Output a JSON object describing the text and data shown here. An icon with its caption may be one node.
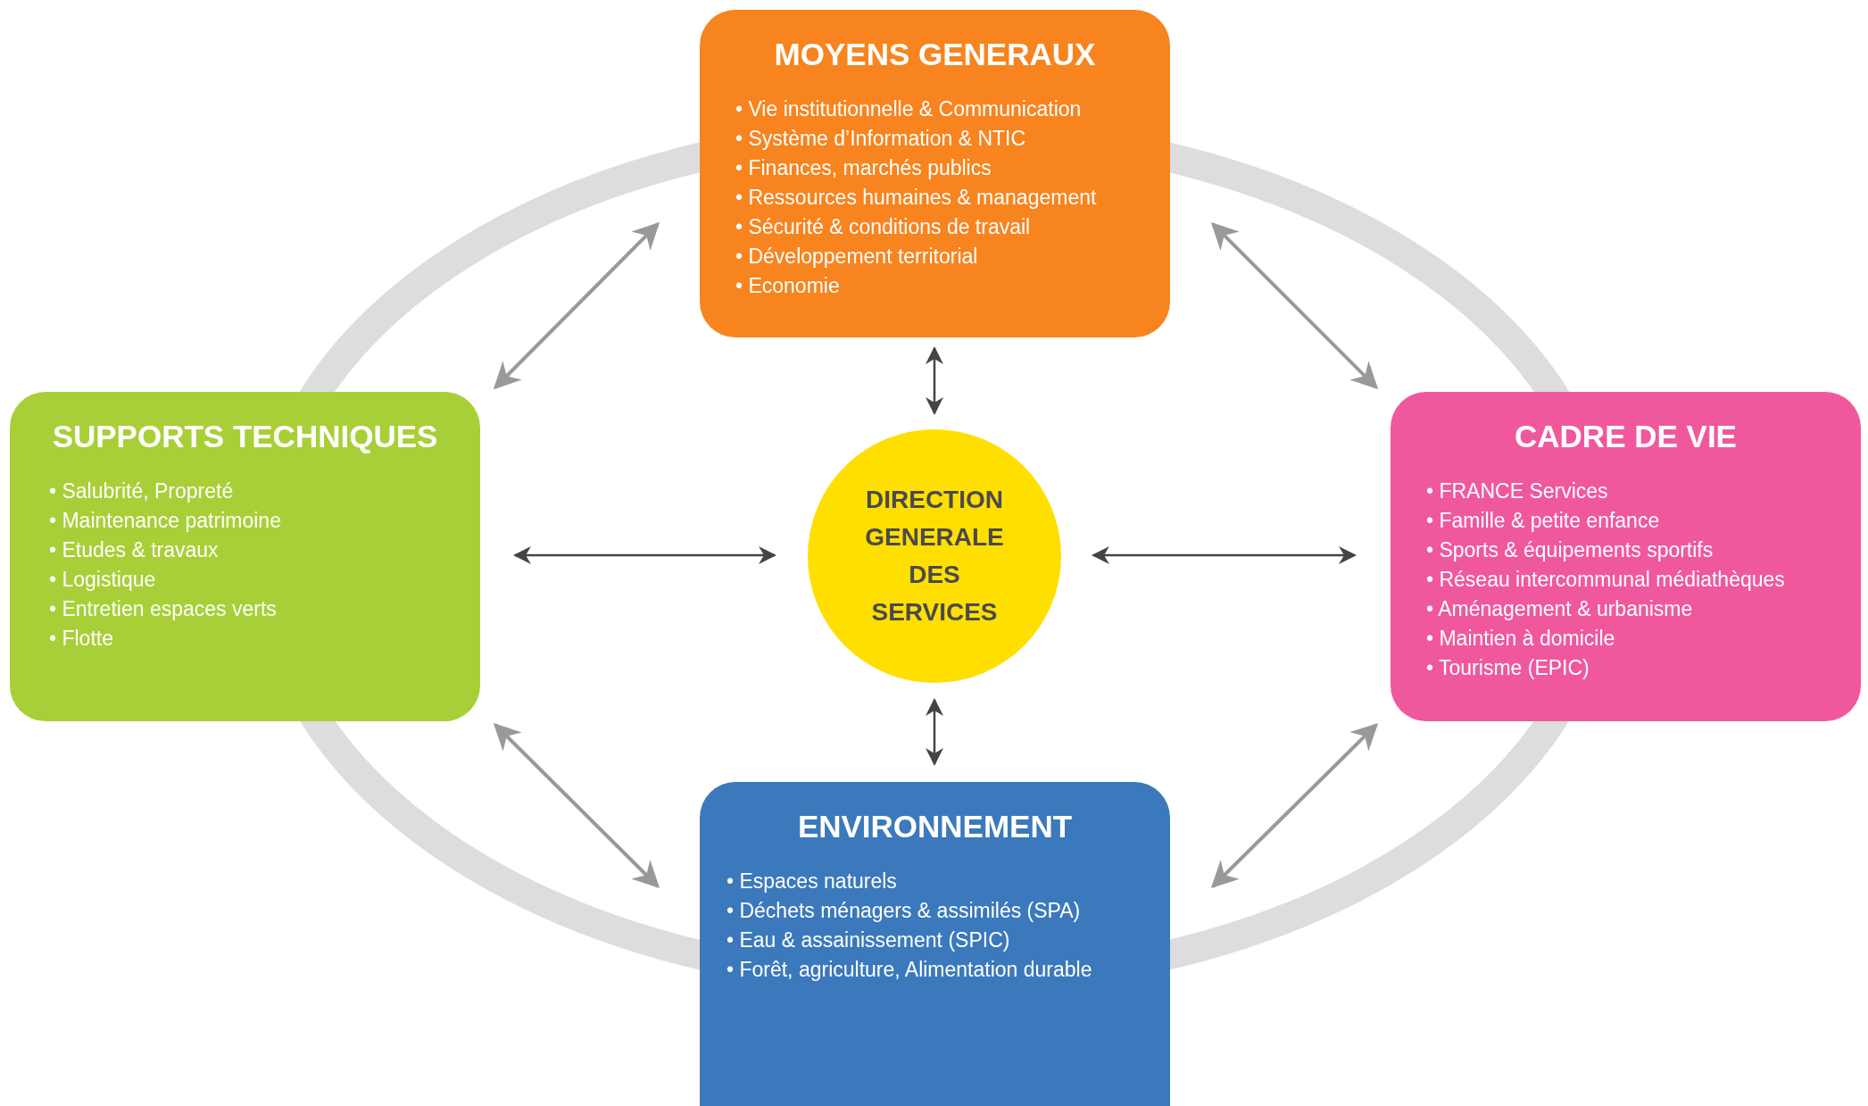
{
  "diagram": {
    "nodes": [
      {
        "text": [
          "MOYENS GENERAUX",
          "• Vie institutionnelle & Communication",
          "• Système d’Information & NTIC",
          "• Finances, marchés publics",
          "• Ressources humaines & management",
          "• Sécurité & conditions de travail",
          "• Développement territorial",
          "• Economie"
        ]
      },
      {
        "text": [
          "SUPPORTS TECHNIQUES",
          "• Salubrité, Propreté",
          "• Maintenance patrimoine",
          "• Etudes & travaux",
          "• Logistique",
          "• Entretien espaces verts",
          "• Flotte"
        ]
      },
      {
        "text": [
          "DIRECTION GENERALE DES SERVICES"
        ]
      },
      {
        "text": [
          "CADRE DE VIE",
          "• FRANCE Services",
          "• Famille & petite enfance",
          "• Sports & équipements sportifs",
          "• Réseau intercommunal médiathèques",
          "• Aménagement & urbanisme",
          "• Maintien à domicile",
          "• Tourisme (EPIC)"
        ]
      },
      {
        "text": [
          "ENVIRONNEMENT",
          "• Espaces naturels",
          "• Déchets ménagers & assimilés (SPA)",
          "• Eau & assainissement (SPIC)",
          "• Forêt, agriculture, Alimentation durable"
        ]
      }
    ],
    "edges": [
      {
        "from": 0,
        "to": 1,
        "arrow": "both"
      },
      {
        "from": 0,
        "to": 3,
        "arrow": "both"
      },
      {
        "from": 1,
        "to": 4,
        "arrow": "both"
      },
      {
        "from": 3,
        "to": 4,
        "arrow": "both"
      },
      {
        "from": 0,
        "to": 2,
        "arrow": "both",
        "color": "#444444"
      },
      {
        "from": 1,
        "to": 2,
        "arrow": "both",
        "color": "#444444"
      },
      {
        "from": 3,
        "to": 2,
        "arrow": "both",
        "color": "#444444"
      },
      {
        "from": 4,
        "to": 2,
        "arrow": "both",
        "color": "#444444"
      }
    ]
  }
}
